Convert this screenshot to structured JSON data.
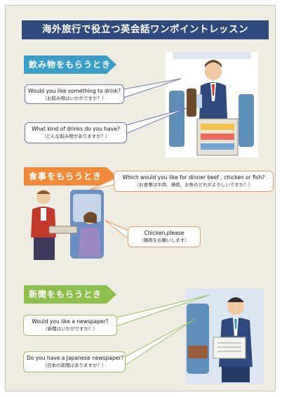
{
  "title": "海外旅行で役立つ英会話ワンポイントレッスン",
  "colors": {
    "title_bg": "#2e4a7c",
    "drink": "#3a9fc7",
    "meal": "#f08a3a",
    "newspaper": "#8cbf4b",
    "page_bg": "#efece2"
  },
  "sections": {
    "drink": {
      "banner": "飲み物をもらうとき",
      "bubbles": [
        {
          "en": "Would you like something to drink?",
          "ja": "（お飲み物はいかがですか？）"
        },
        {
          "en": "What kind of drinks do you have?",
          "ja": "（どんな飲み物がありますか？）"
        }
      ]
    },
    "meal": {
      "banner": "食事をもらうとき",
      "bubbles": [
        {
          "en": "Which  would  you  like  for  dinner beef , chicken or fish?",
          "ja": "（お食事は牛肉、鶏肉、お魚のどれがよろしいですか？）"
        },
        {
          "en": "Chicken,please",
          "ja": "（鶏肉をお願いします）"
        }
      ]
    },
    "newspaper": {
      "banner": "新聞をもらうとき",
      "bubbles": [
        {
          "en": "Would you like a newspaper?",
          "ja": "（新聞はいかがですか？）"
        },
        {
          "en": "Do you have a Japanese newspaper?",
          "ja": "（日本の新聞はありますか？）"
        }
      ]
    }
  }
}
